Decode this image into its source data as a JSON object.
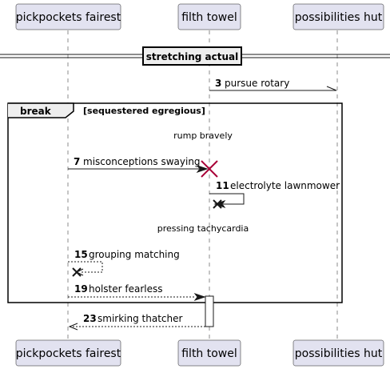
{
  "participants": [
    "pickpockets fairest",
    "filth towel",
    "possibilities hut"
  ],
  "divider": {
    "label": "stretching actual"
  },
  "messages": [
    {
      "num": "3",
      "text": "pursue rotary"
    },
    {
      "num": "7",
      "text": "misconceptions swaying"
    },
    {
      "num": "11",
      "text": "electrolyte lawnmower"
    },
    {
      "num": "15",
      "text": "grouping matching"
    },
    {
      "num": "19",
      "text": "holster fearless"
    },
    {
      "num": "23",
      "text": "smirking thatcher"
    }
  ],
  "fragment": {
    "keyword": "break",
    "condition": "[sequestered egregious]"
  },
  "delays": [
    "rump bravely",
    "pressing tachycardia"
  ],
  "colors": {
    "participant_fill": "#e2e2f0",
    "stroke": "#181818",
    "destroy": "#a80036"
  }
}
